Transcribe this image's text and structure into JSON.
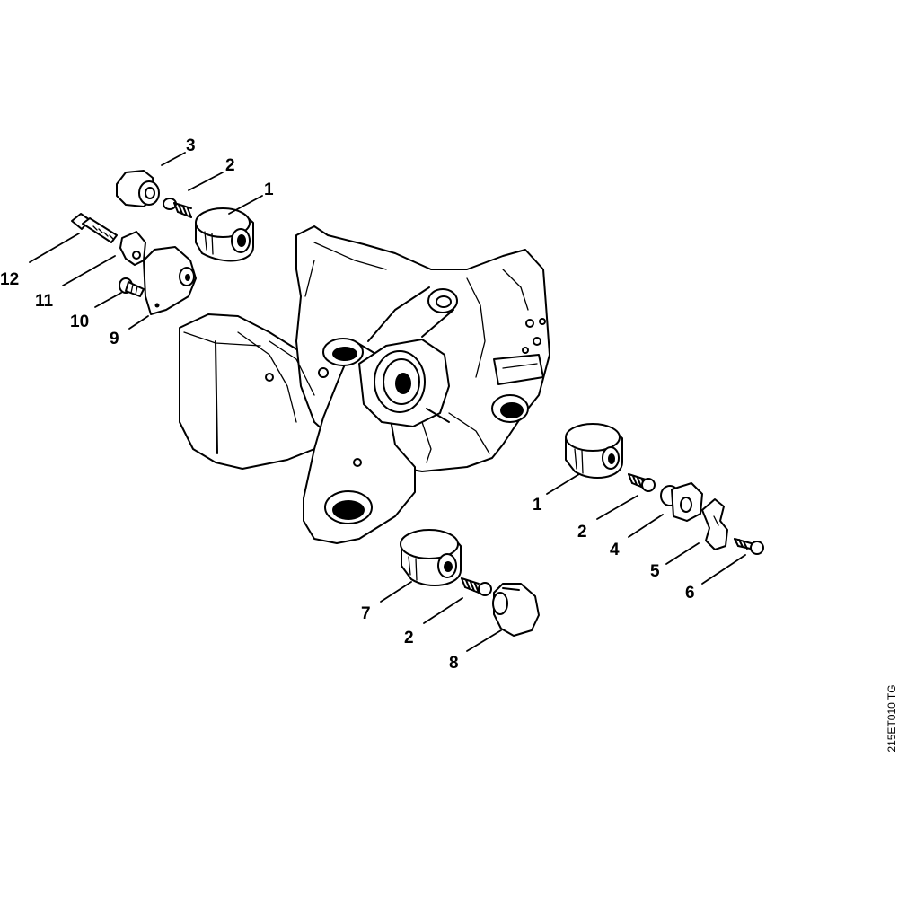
{
  "diagram": {
    "drawing_code": "215ET010 TG",
    "callouts": [
      {
        "id": "c3-top",
        "label": "3"
      },
      {
        "id": "c2-top",
        "label": "2"
      },
      {
        "id": "c1-top",
        "label": "1"
      },
      {
        "id": "c12",
        "label": "12"
      },
      {
        "id": "c11",
        "label": "11"
      },
      {
        "id": "c10",
        "label": "10"
      },
      {
        "id": "c9",
        "label": "9"
      },
      {
        "id": "c1-right",
        "label": "1"
      },
      {
        "id": "c2-right",
        "label": "2"
      },
      {
        "id": "c4",
        "label": "4"
      },
      {
        "id": "c5",
        "label": "5"
      },
      {
        "id": "c6",
        "label": "6"
      },
      {
        "id": "c7",
        "label": "7"
      },
      {
        "id": "c2-bottom",
        "label": "2"
      },
      {
        "id": "c8",
        "label": "8"
      }
    ]
  }
}
